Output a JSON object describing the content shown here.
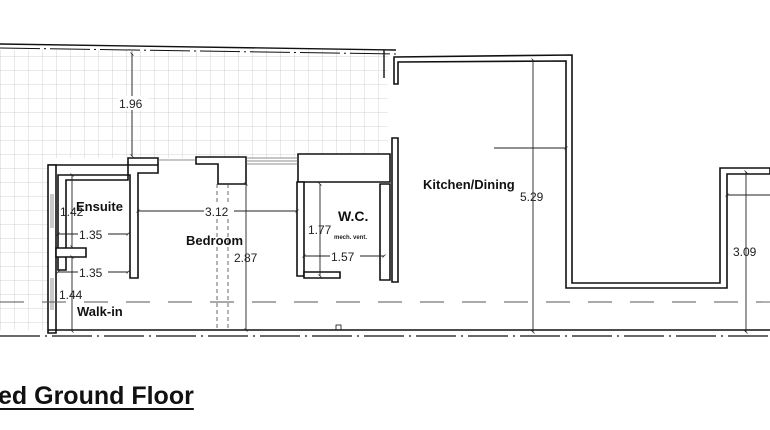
{
  "plan": {
    "title": "ed Ground Floor",
    "rooms": {
      "ensuite": "Ensuite",
      "bedroom": "Bedroom",
      "wc": "W.C.",
      "wc_note": "mech. vent.",
      "kitchen": "Kitchen/Dining",
      "walkin": "Walk-in"
    },
    "dimensions": {
      "terrace_depth": "1.96",
      "ensuite_height": "1.42",
      "ensuite_width": "1.35",
      "walkin_width": "1.35",
      "walkin_height": "1.44",
      "bedroom_width": "3.12",
      "bedroom_depth": "2.87",
      "wc_height": "1.77",
      "wc_width": "1.57",
      "kitchen_depth": "5.29",
      "right_room_depth": "3.09"
    }
  }
}
